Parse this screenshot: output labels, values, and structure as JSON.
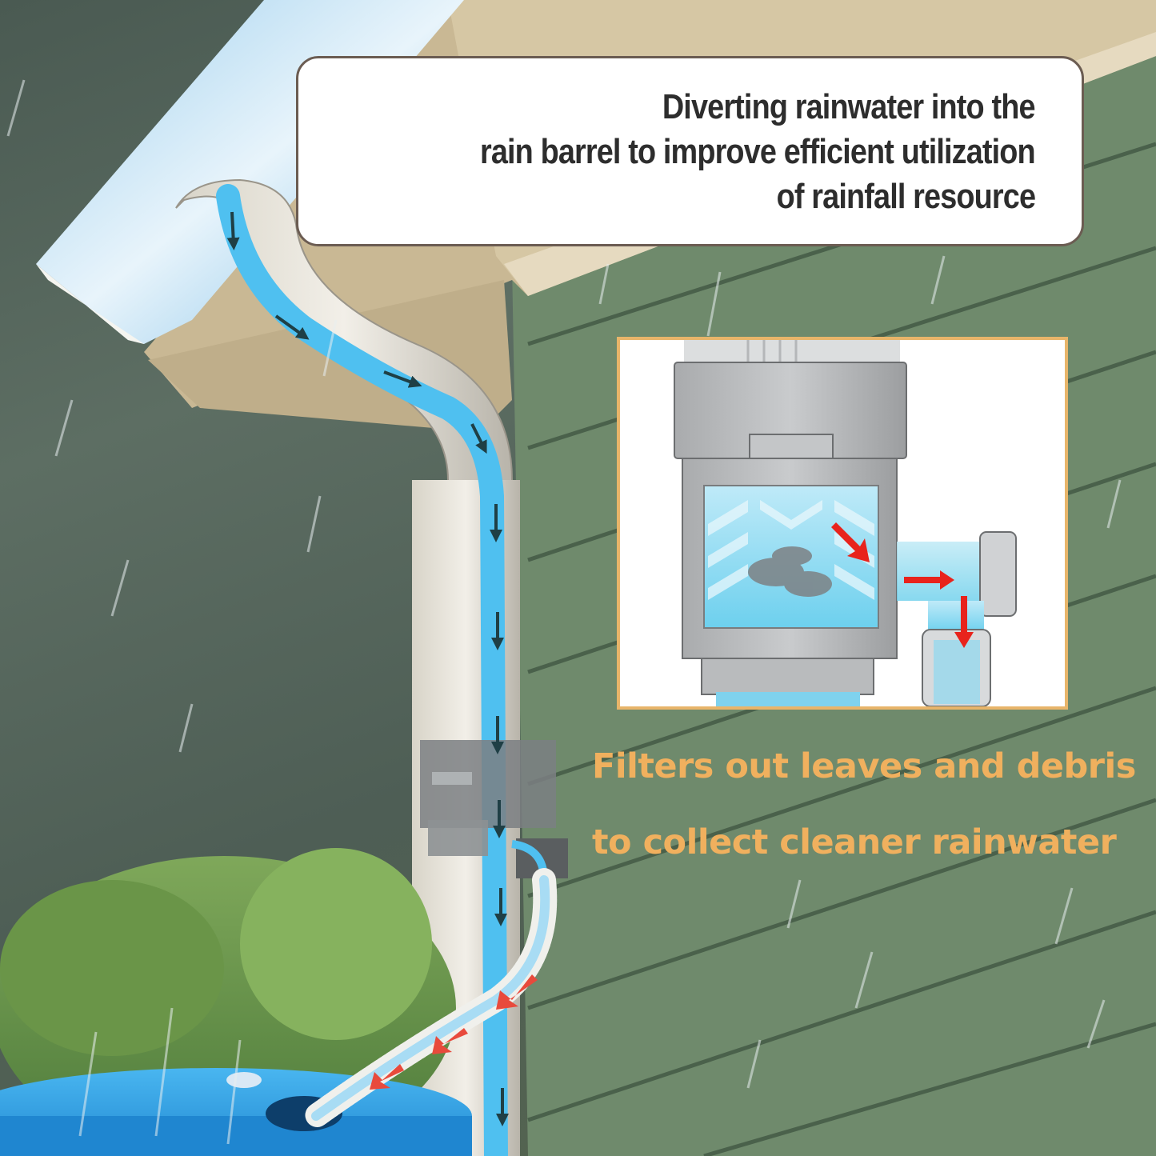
{
  "headline": {
    "lines": [
      "Diverting rainwater into the",
      "rain barrel to improve efficient utilization",
      "of rainfall resource"
    ]
  },
  "caption": {
    "lines": [
      "Filters out leaves and debris",
      "to collect cleaner rainwater"
    ]
  },
  "inset": {
    "subject": "rain-diverter-cutaway",
    "flow_arrows": 3
  },
  "main_illustration": {
    "subject": "downspout-with-rain-diverter-and-barrel",
    "flow_arrows_downspout": 9,
    "flow_arrows_hose": 3
  },
  "colors": {
    "headline_text": "#2d2d2d",
    "headline_box_border": "#6b5c52",
    "caption_text": "#f0b05e",
    "inset_border": "#e8b56a",
    "water_blue": "#4fc0f0",
    "flow_arrow_dark": "#1f3f45",
    "flow_arrow_red": "#e84a3c",
    "siding_green": "#6f8a6c",
    "barrel_blue": "#2f9fe0"
  }
}
